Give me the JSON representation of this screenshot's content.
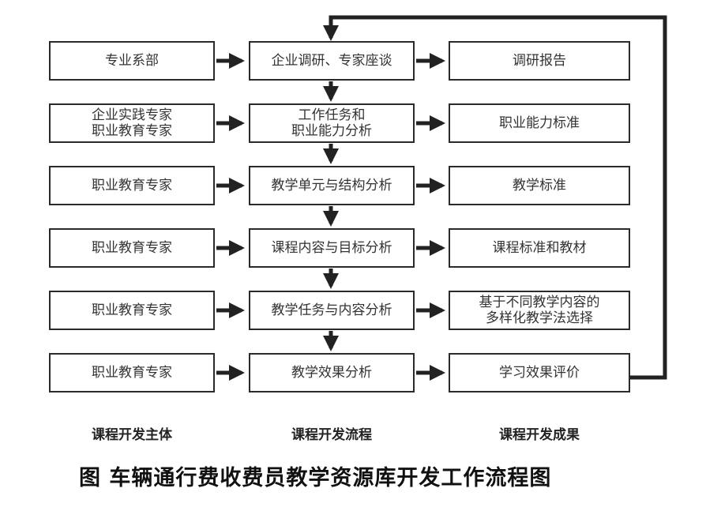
{
  "diagram": {
    "caption": "图 车辆通行费收费员教学资源库开发工作流程图",
    "column_headers": {
      "subjects": "课程开发主体",
      "process": "课程开发流程",
      "outcomes": "课程开发成果"
    },
    "rows": [
      {
        "subject": [
          "专业系部"
        ],
        "process": [
          "企业调研、专家座谈"
        ],
        "outcome": [
          "调研报告"
        ]
      },
      {
        "subject": [
          "企业实践专家",
          "职业教育专家"
        ],
        "process": [
          "工作任务和",
          "职业能力分析"
        ],
        "outcome": [
          "职业能力标准"
        ]
      },
      {
        "subject": [
          "职业教育专家"
        ],
        "process": [
          "教学单元与结构分析"
        ],
        "outcome": [
          "教学标准"
        ]
      },
      {
        "subject": [
          "职业教育专家"
        ],
        "process": [
          "课程内容与目标分析"
        ],
        "outcome": [
          "课程标准和教材"
        ]
      },
      {
        "subject": [
          "职业教育专家"
        ],
        "process": [
          "教学任务与内容分析"
        ],
        "outcome": [
          "基于不同教学内容的",
          "多样化教学法选择"
        ]
      },
      {
        "subject": [
          "职业教育专家"
        ],
        "process": [
          "教学效果分析"
        ],
        "outcome": [
          "学习效果评价"
        ]
      }
    ]
  }
}
